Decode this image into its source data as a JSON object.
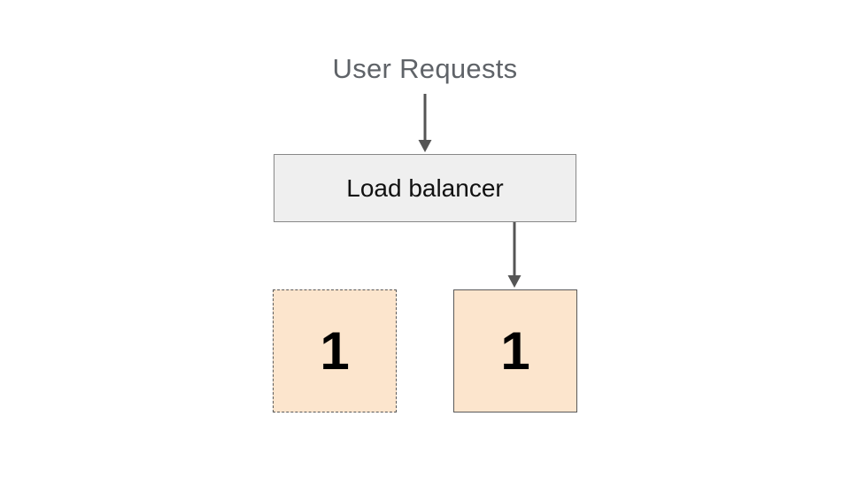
{
  "title": "User Requests",
  "load_balancer": {
    "label": "Load balancer"
  },
  "nodes": [
    {
      "label": "1",
      "style": "dashed-ghost"
    },
    {
      "label": "1",
      "style": "solid-active"
    }
  ],
  "edges": [
    {
      "from": "user-requests",
      "to": "load-balancer"
    },
    {
      "from": "load-balancer",
      "to": "node-active"
    }
  ],
  "colors": {
    "background": "#ffffff",
    "title_text": "#5f6368",
    "arrow": "#555555",
    "load_balancer_fill": "#efefef",
    "load_balancer_border": "#888888",
    "load_balancer_text": "#111111",
    "node_fill": "#fce5cd",
    "node_border": "#595959",
    "node_text": "#000000"
  }
}
